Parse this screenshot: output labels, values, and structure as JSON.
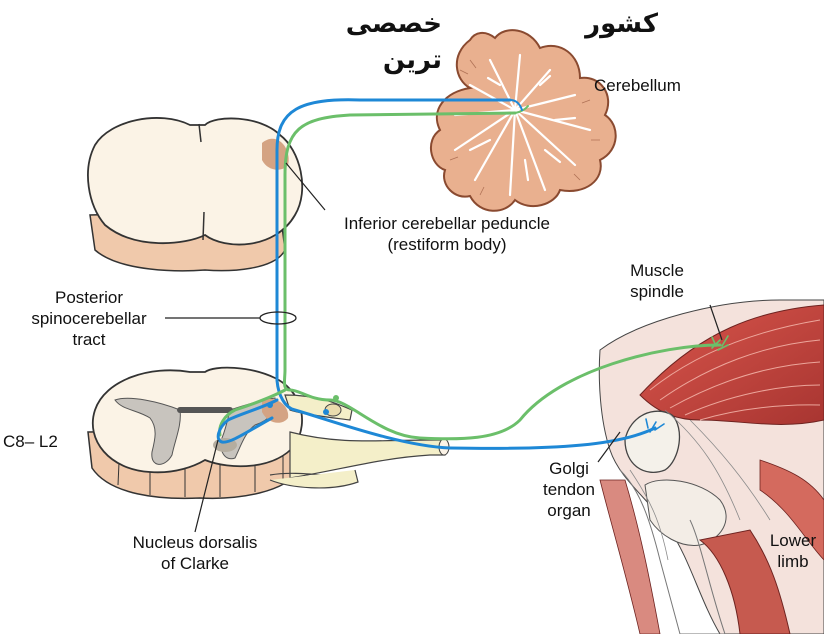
{
  "header": {
    "banner_left": "خصصی ترین",
    "banner_right": "کشور"
  },
  "labels": {
    "cerebellum": "Cerebellum",
    "peduncle_line1": "Inferior cerebellar peduncle",
    "peduncle_line2": "(restiform body)",
    "tract_line1": "Posterior",
    "tract_line2": "spinocerebellar",
    "tract_line3": "tract",
    "level": "C8– L2",
    "muscle_line1": "Muscle",
    "muscle_line2": "spindle",
    "golgi_line1": "Golgi",
    "golgi_line2": "tendon",
    "golgi_line3": "organ",
    "nucleus_line1": "Nucleus dorsalis",
    "nucleus_line2": "of Clarke",
    "limb_line1": "Lower",
    "limb_line2": "limb"
  },
  "colors": {
    "pathway_green": "#6bbf6a",
    "pathway_blue": "#1e88d6",
    "cerebellum_fill": "#e9b08f",
    "cord_fill": "#fbf3e6",
    "cord_base": "#f0c9ab",
    "gray_matter": "#c8c4be",
    "muscle_red": "#c2453e",
    "nerve_root": "#f4efc9"
  }
}
